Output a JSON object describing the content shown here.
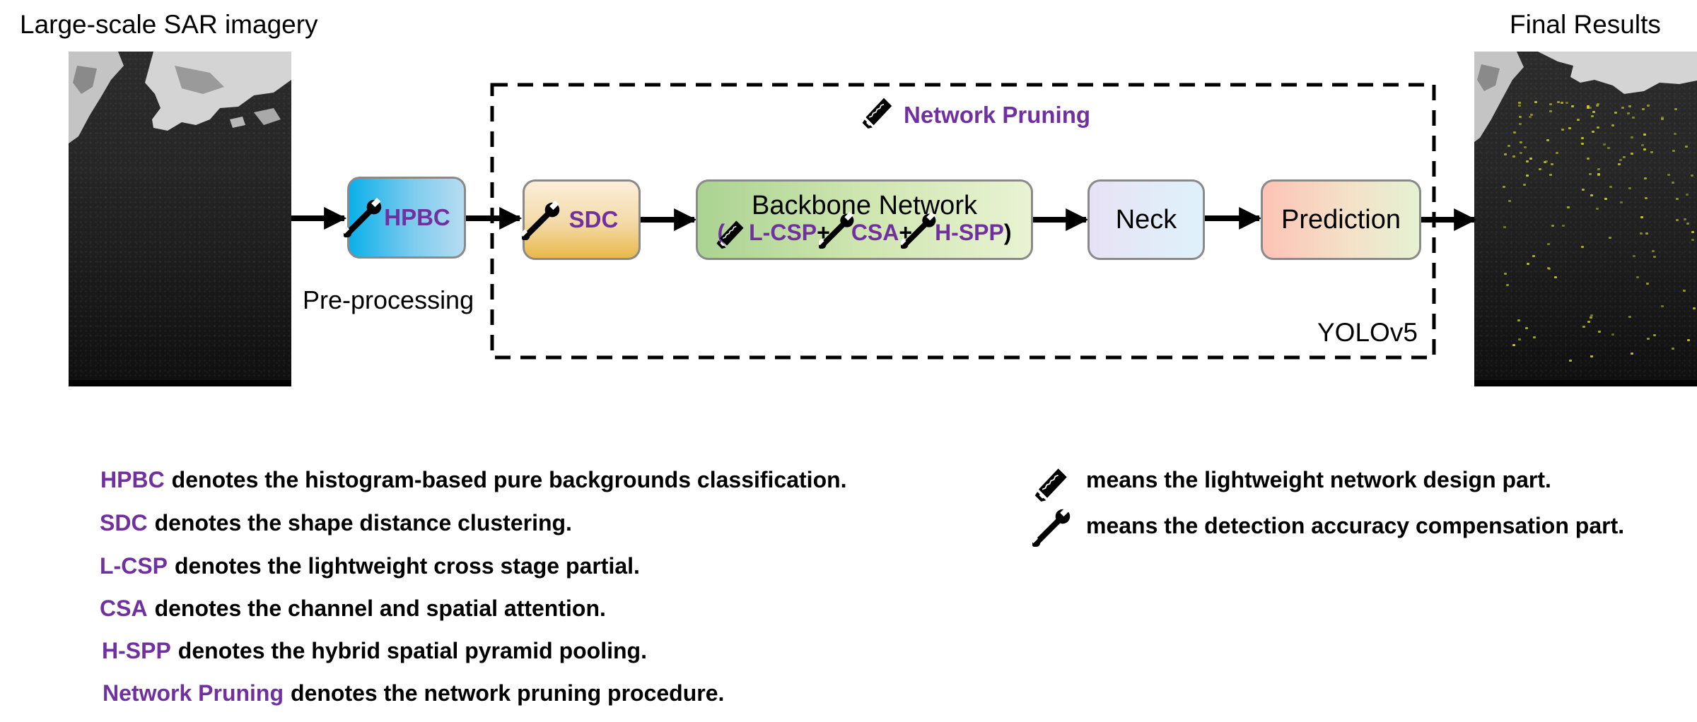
{
  "captions": {
    "input": "Large-scale SAR imagery",
    "output": "Final Results",
    "preprocessing": "Pre-processing",
    "yolo": "YOLOv5",
    "pruning": "Network Pruning"
  },
  "blocks": {
    "hpbc": "HPBC",
    "sdc": "SDC",
    "backbone_title": "Backbone Network",
    "backbone_open": "(",
    "backbone_lcsp": "L-CSP",
    "backbone_plus": "+",
    "backbone_csa": "CSA",
    "backbone_hspp": "H-SPP",
    "backbone_close": ")",
    "neck": "Neck",
    "prediction": "Prediction"
  },
  "legend": [
    {
      "term": "HPBC",
      "desc": "denotes the histogram-based pure backgrounds classification."
    },
    {
      "term": "SDC",
      "desc": "denotes the shape distance clustering."
    },
    {
      "term": "L-CSP",
      "desc": "denotes the lightweight cross stage partial."
    },
    {
      "term": "CSA",
      "desc": "denotes the channel and spatial attention."
    },
    {
      "term": "H-SPP",
      "desc": "denotes the hybrid spatial pyramid pooling."
    },
    {
      "term": "Network Pruning",
      "desc": "denotes the network pruning procedure."
    }
  ],
  "icon_legend": [
    {
      "icon": "saw-icon",
      "text": "means the lightweight network design part."
    },
    {
      "icon": "wrench-icon",
      "text": "means the detection accuracy compensation part."
    }
  ],
  "colors": {
    "term": "#7030a0",
    "hpbc_fill": "#0ab0ea",
    "sdc_fill": "#e8b94a",
    "backbone_fill": "#abd392",
    "neck_fill": "#e2ebf7",
    "prediction_fill": "#fdc3b5",
    "ship_marks": "#c9c82a"
  }
}
